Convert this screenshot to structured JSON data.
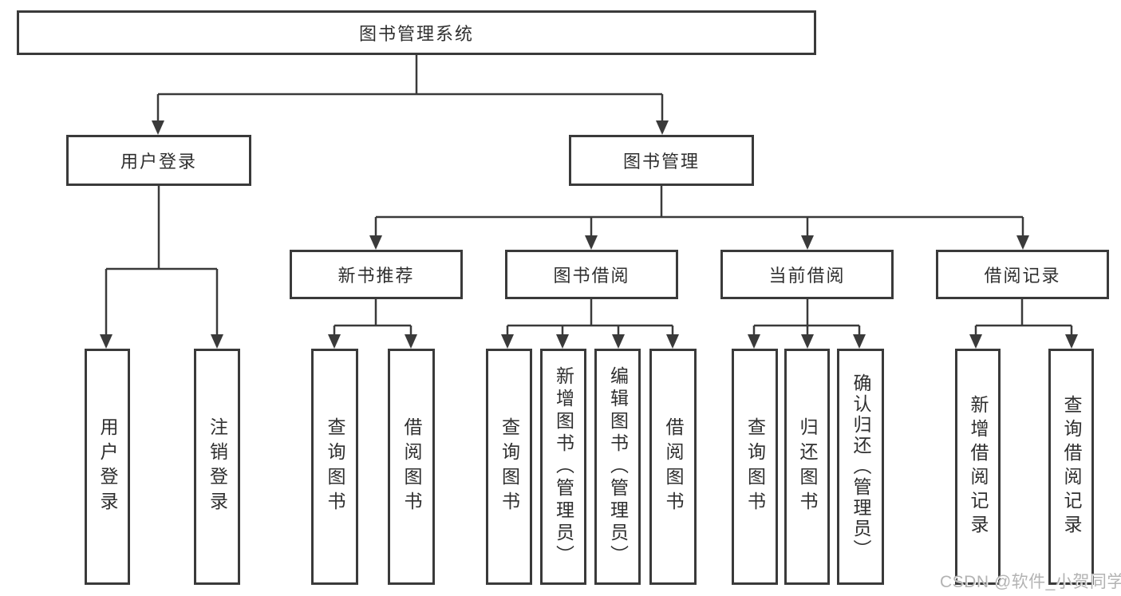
{
  "diagram": {
    "type": "hierarchy-tree",
    "tree": {
      "label": "图书管理系统",
      "children": [
        {
          "label": "用户登录",
          "children": [
            {
              "label": "用户登录"
            },
            {
              "label": "注销登录"
            }
          ]
        },
        {
          "label": "图书管理",
          "children": [
            {
              "label": "新书推荐",
              "children": [
                {
                  "label": "查询图书"
                },
                {
                  "label": "借阅图书"
                }
              ]
            },
            {
              "label": "图书借阅",
              "children": [
                {
                  "label": "查询图书"
                },
                {
                  "label": "新增图书（管理员）"
                },
                {
                  "label": "编辑图书（管理员）"
                },
                {
                  "label": "借阅图书"
                }
              ]
            },
            {
              "label": "当前借阅",
              "children": [
                {
                  "label": "查询图书"
                },
                {
                  "label": "归还图书"
                },
                {
                  "label": "确认归还（管理员）"
                }
              ]
            },
            {
              "label": "借阅记录",
              "children": [
                {
                  "label": "新增借阅记录"
                },
                {
                  "label": "查询借阅记录"
                }
              ]
            }
          ]
        }
      ]
    }
  },
  "watermark": {
    "text": "CSDN @软件_小贺同学"
  },
  "colors": {
    "line": "#3a3a3a",
    "text": "#2f2f2f",
    "watermark": "#b3b3b3",
    "background": "#ffffff"
  }
}
